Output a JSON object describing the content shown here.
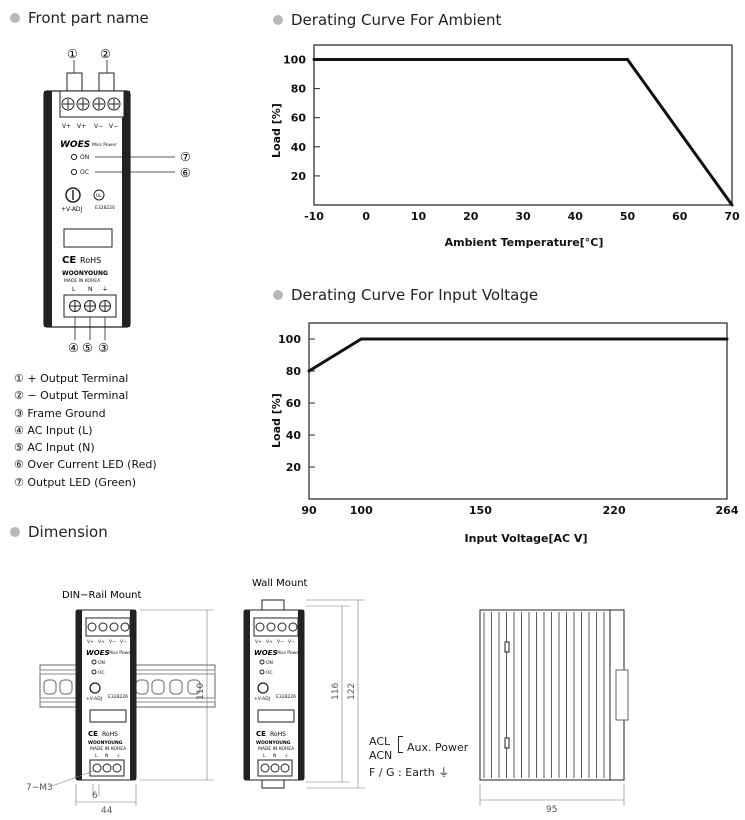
{
  "sections": {
    "front": "Front part name",
    "ambient": "Derating Curve For Ambient",
    "input_voltage": "Derating Curve For Input Voltage",
    "dimension": "Dimension"
  },
  "callouts": [
    "①",
    "②",
    "③",
    "④",
    "⑤",
    "⑥",
    "⑦"
  ],
  "front_device": {
    "terminal_top": [
      "V+",
      "V+",
      "V−",
      "V−"
    ],
    "brand": "WOES",
    "sub_brand": "Miss Power",
    "led_on": "ON",
    "led_oc": "OC",
    "adj": "+V-ADJ",
    "cert_no": "E328226",
    "ce": "CE",
    "rohs": "RoHS",
    "maker": "WOONYOUNG",
    "made_in": "MADE IN KOREA",
    "terminal_bottom": [
      "L",
      "N",
      "⏚"
    ]
  },
  "legend": [
    {
      "num": "①",
      "text": "+ Output Terminal"
    },
    {
      "num": "②",
      "text": "− Output Terminal"
    },
    {
      "num": "③",
      "text": "Frame Ground"
    },
    {
      "num": "④",
      "text": "AC Input (L)"
    },
    {
      "num": "⑤",
      "text": "AC Input (N)"
    },
    {
      "num": "⑥",
      "text": "Over Current LED (Red)"
    },
    {
      "num": "⑦",
      "text": "Output LED (Green)"
    }
  ],
  "dimension": {
    "din_rail_label": "DIN−Rail Mount",
    "wall_label": "Wall Mount",
    "screw": "7−M3",
    "width_44": "44",
    "pitch_6": "6",
    "height_110": "110",
    "height_116": "116",
    "height_122": "122",
    "depth_95": "95",
    "acl": "ACL",
    "acn": "ACN",
    "aux": "Aux. Power",
    "fg": "F / G : Earth ⏚"
  },
  "chart_data": [
    {
      "type": "line",
      "title": "Derating Curve For Ambient",
      "xlabel": "Ambient Temperature[°C]",
      "ylabel": "Load [%]",
      "xlim": [
        -10,
        70
      ],
      "ylim": [
        0,
        110
      ],
      "xticks": [
        -10,
        0,
        10,
        20,
        30,
        40,
        50,
        60,
        70
      ],
      "yticks": [
        20,
        40,
        60,
        80,
        100
      ],
      "series": [
        {
          "x": [
            -10,
            50,
            70
          ],
          "y": [
            100,
            100,
            0
          ]
        }
      ]
    },
    {
      "type": "line",
      "title": "Derating Curve For Input Voltage",
      "xlabel": "Input Voltage[AC V]",
      "ylabel": "Load [%]",
      "xlim": [
        90,
        264
      ],
      "ylim": [
        0,
        110
      ],
      "xticks": [
        90,
        100,
        150,
        220,
        264
      ],
      "yticks": [
        20,
        40,
        60,
        80,
        100
      ],
      "series": [
        {
          "x": [
            90,
            100,
            264
          ],
          "y": [
            80,
            100,
            100
          ]
        }
      ]
    }
  ]
}
